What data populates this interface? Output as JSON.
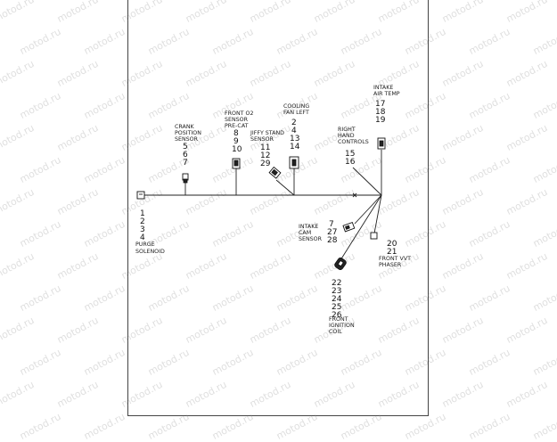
{
  "watermark": "motod.ru",
  "colors": {
    "line": "#222222",
    "border": "#444444",
    "watermark": "#b0b0b0"
  },
  "components": [
    {
      "id": "purge-solenoid",
      "label": [
        "PURGE",
        "SOLENOID"
      ],
      "pins": [
        "1",
        "2",
        "3",
        "4"
      ]
    },
    {
      "id": "crank-position-sensor",
      "label": [
        "CRANK",
        "POSITION",
        "SENSOR"
      ],
      "pins": [
        "5",
        "6",
        "7"
      ]
    },
    {
      "id": "front-o2-sensor",
      "label": [
        "FRONT O2",
        "SENSOR",
        "PRE-CAT"
      ],
      "pins": [
        "8",
        "9",
        "10"
      ]
    },
    {
      "id": "jiffy-stand-sensor",
      "label": [
        "JIFFY STAND",
        "SENSOR"
      ],
      "pins": [
        "11",
        "12",
        "29"
      ]
    },
    {
      "id": "cooling-fan-left",
      "label": [
        "COOLING",
        "FAN LEFT"
      ],
      "pins": [
        "2",
        "4",
        "13",
        "14"
      ]
    },
    {
      "id": "right-hand-controls",
      "label": [
        "RIGHT",
        "HAND",
        "CONTROLS"
      ],
      "pins": [
        "15",
        "16"
      ]
    },
    {
      "id": "intake-air-temp",
      "label": [
        "INTAKE",
        "AIR TEMP"
      ],
      "pins": [
        "17",
        "18",
        "19"
      ]
    },
    {
      "id": "intake-cam-sensor",
      "label": [
        "INTAKE",
        "CAM",
        "SENSOR"
      ],
      "pins": [
        "7",
        "27",
        "28"
      ]
    },
    {
      "id": "front-vvt-phaser",
      "label": [
        "FRONT VVT",
        "PHASER"
      ],
      "pins": [
        "20",
        "21"
      ]
    },
    {
      "id": "front-ignition-coil",
      "label": [
        "FRONT",
        "IGNITION",
        "COIL"
      ],
      "pins": [
        "22",
        "23",
        "24",
        "25",
        "26"
      ]
    }
  ]
}
